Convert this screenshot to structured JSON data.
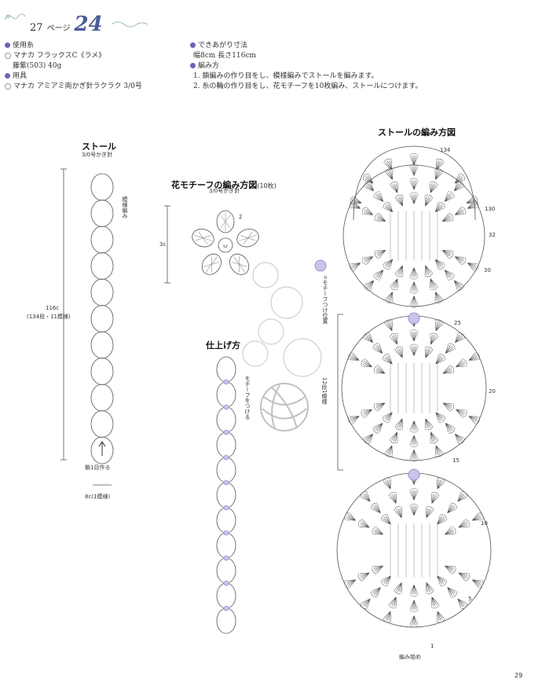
{
  "header": {
    "ref_page_number": "27",
    "ref_page_label": "ページ",
    "pattern_number": "24"
  },
  "materials": {
    "yarn_heading": "使用糸",
    "yarn_name": "マナカ フラックスC《ラメ》",
    "yarn_color": "藤紫(503) 40g",
    "tools_heading": "用具",
    "tool_name": "マナカ アミアミ両かぎ針ラクラク 3/0号"
  },
  "finished_size": {
    "heading": "できあがり寸法",
    "value": "幅8cm 長さ116cm"
  },
  "instructions": {
    "heading": "編み方",
    "steps": [
      "1. 鎖編みの作り目をし、模様編みでストールを編みます。",
      "2. 糸の輪の作り目をし、花モチーフを10枚編み、ストールにつけます。"
    ]
  },
  "stole_schematic": {
    "title": "ストール",
    "hook": "3/0号かぎ針",
    "pattern_label": "模様編み",
    "length_label": "116c",
    "length_detail": "(134段・11模様)",
    "chain_start_label": "鎖1目作る",
    "width_label": "8c(1模様)"
  },
  "motif_chart": {
    "title": "花モチーフの編み方図",
    "count": "(10枚)",
    "hook": "3/0号かぎ針",
    "size_label": "3c",
    "round_label": "2"
  },
  "finishing": {
    "title": "仕上げ方",
    "attach_label": "モチーフをつける",
    "attach_position_label": "=モチーフつけ位置"
  },
  "stole_chart": {
    "title": "ストールの編み方図",
    "row_numbers": [
      "134",
      "130",
      "32",
      "30",
      "25",
      "20",
      "15",
      "10",
      "5",
      "1"
    ],
    "repeat_label": "12段1模様",
    "start_label": "編み始め"
  },
  "colors": {
    "accent": "#6b64b5",
    "line": "#555555"
  },
  "footer": {
    "page_number": "29"
  }
}
